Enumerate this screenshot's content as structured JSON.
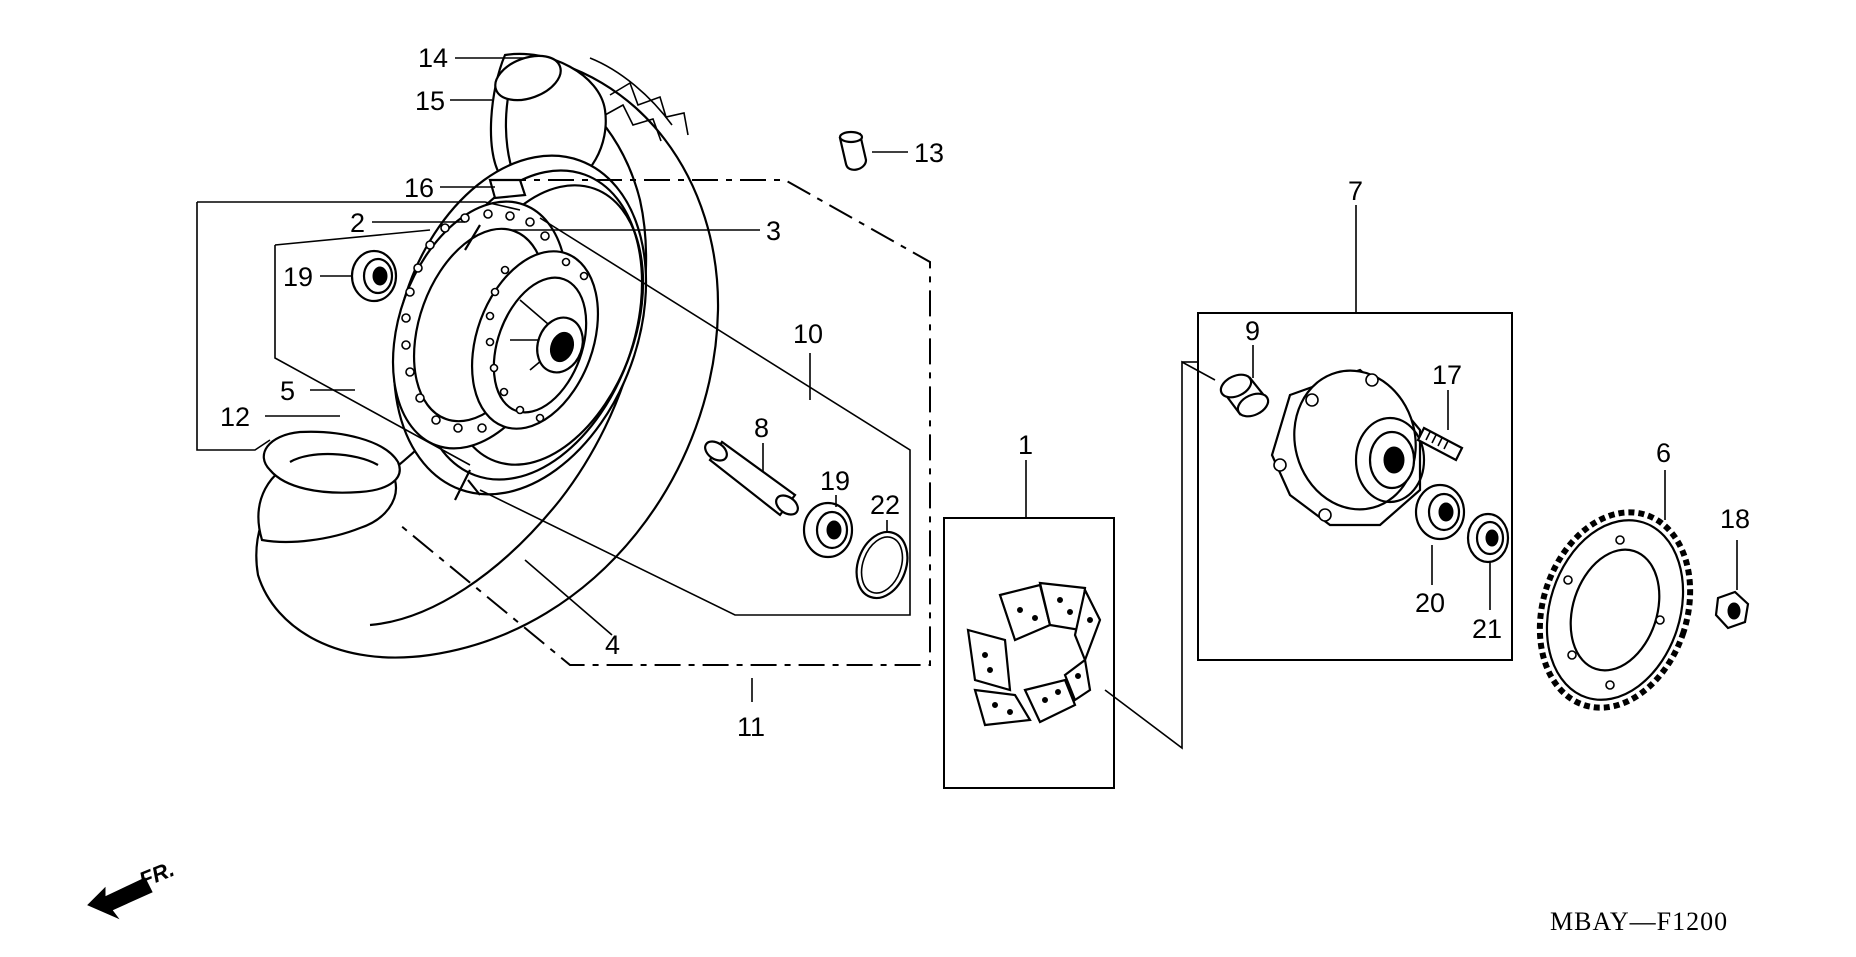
{
  "labels": {
    "p1": "1",
    "p2": "2",
    "p3": "3",
    "p4": "4",
    "p5": "5",
    "p6": "6",
    "p7": "7",
    "p8": "8",
    "p9": "9",
    "p10": "10",
    "p11": "11",
    "p12": "12",
    "p13": "13",
    "p14": "14",
    "p15": "15",
    "p16": "16",
    "p17": "17",
    "p18": "18",
    "p19a": "19",
    "p19b": "19",
    "p20": "20",
    "p21": "21",
    "p22": "22"
  },
  "front_indicator": "FR.",
  "diagram_code": "MBAY—F1200"
}
